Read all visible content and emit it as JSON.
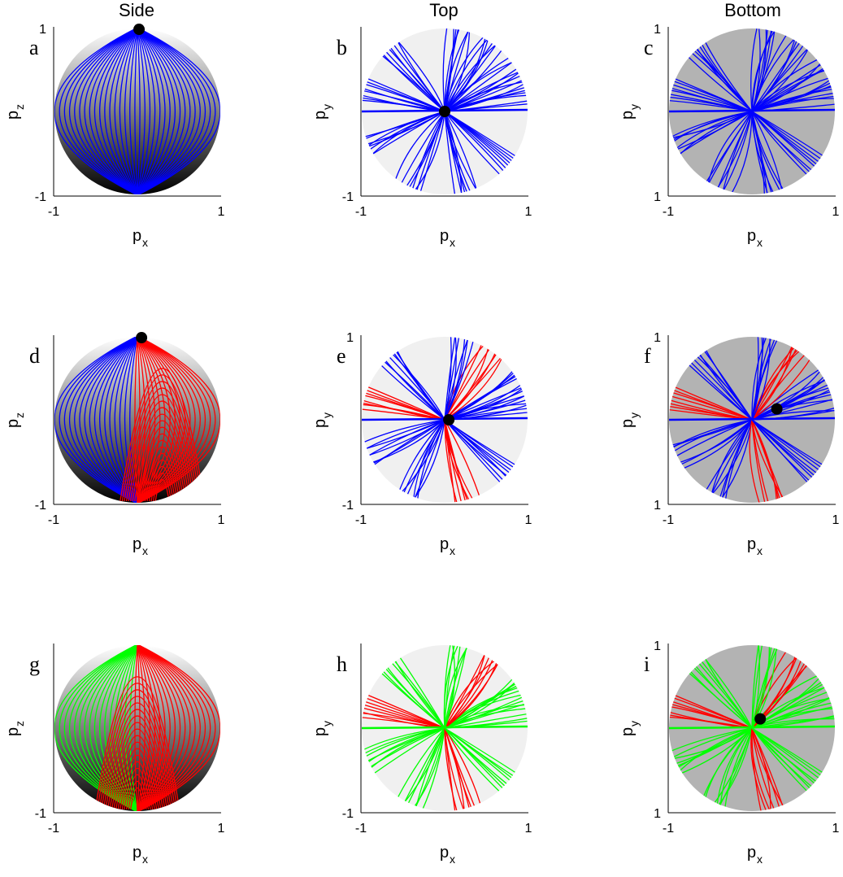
{
  "columns": [
    {
      "title": "Side"
    },
    {
      "title": "Top"
    },
    {
      "title": "Bottom"
    }
  ],
  "colors": {
    "blue": "#0000ff",
    "red": "#ff0000",
    "green": "#00ff00",
    "top_face": "#f0f0f0",
    "bottom_face": "#b3b3b3",
    "marker": "#000000"
  },
  "panels": [
    {
      "letter": "a",
      "view": "side",
      "xlabel": "p",
      "xsub": "x",
      "ylabel": "p",
      "ysub": "z",
      "xticks": [
        "-1",
        "1"
      ],
      "yticks": [
        "1",
        "-1"
      ],
      "colors": [
        "blue"
      ],
      "marker": [
        0.02,
        0.98
      ]
    },
    {
      "letter": "b",
      "view": "top",
      "xlabel": "p",
      "xsub": "x",
      "ylabel": "p",
      "ysub": "y",
      "xticks": [
        "-1",
        "1"
      ],
      "yticks": [
        "",
        "-1"
      ],
      "colors": [
        "blue"
      ],
      "marker": [
        0.0,
        0.0
      ]
    },
    {
      "letter": "c",
      "view": "bottom",
      "xlabel": "p",
      "xsub": "x",
      "ylabel": "p",
      "ysub": "y",
      "xticks": [
        "-1",
        "1"
      ],
      "yticks": [
        "1",
        "1"
      ],
      "colors": [
        "blue"
      ],
      "marker": null
    },
    {
      "letter": "d",
      "view": "side",
      "xlabel": "p",
      "xsub": "x",
      "ylabel": "p",
      "ysub": "z",
      "xticks": [
        "-1",
        "1"
      ],
      "yticks": [
        "",
        "-1"
      ],
      "colors": [
        "blue",
        "red"
      ],
      "marker": [
        0.05,
        0.98
      ]
    },
    {
      "letter": "e",
      "view": "top",
      "xlabel": "p",
      "xsub": "x",
      "ylabel": "p",
      "ysub": "y",
      "xticks": [
        "-1",
        "1"
      ],
      "yticks": [
        "1",
        "-1"
      ],
      "colors": [
        "blue",
        "red"
      ],
      "marker": [
        0.05,
        0.0
      ]
    },
    {
      "letter": "f",
      "view": "bottom",
      "xlabel": "p",
      "xsub": "x",
      "ylabel": "p",
      "ysub": "y",
      "xticks": [
        "-1",
        "1"
      ],
      "yticks": [
        "1",
        "1"
      ],
      "colors": [
        "blue",
        "red"
      ],
      "marker": [
        0.3,
        0.13
      ]
    },
    {
      "letter": "g",
      "view": "side",
      "xlabel": "p",
      "xsub": "x",
      "ylabel": "p",
      "ysub": "z",
      "xticks": [
        "-1",
        "1"
      ],
      "yticks": [
        "",
        "-1"
      ],
      "colors": [
        "green",
        "red"
      ],
      "marker": null
    },
    {
      "letter": "h",
      "view": "top",
      "xlabel": "p",
      "xsub": "x",
      "ylabel": "p",
      "ysub": "y",
      "xticks": [
        "-1",
        "1"
      ],
      "yticks": [
        "",
        "-1"
      ],
      "colors": [
        "green",
        "red"
      ],
      "marker": null
    },
    {
      "letter": "i",
      "view": "bottom",
      "xlabel": "p",
      "xsub": "x",
      "ylabel": "p",
      "ysub": "y",
      "xticks": [
        "-1",
        "1"
      ],
      "yticks": [
        "1",
        "1"
      ],
      "colors": [
        "green",
        "red"
      ],
      "marker": [
        0.1,
        0.11
      ]
    }
  ]
}
